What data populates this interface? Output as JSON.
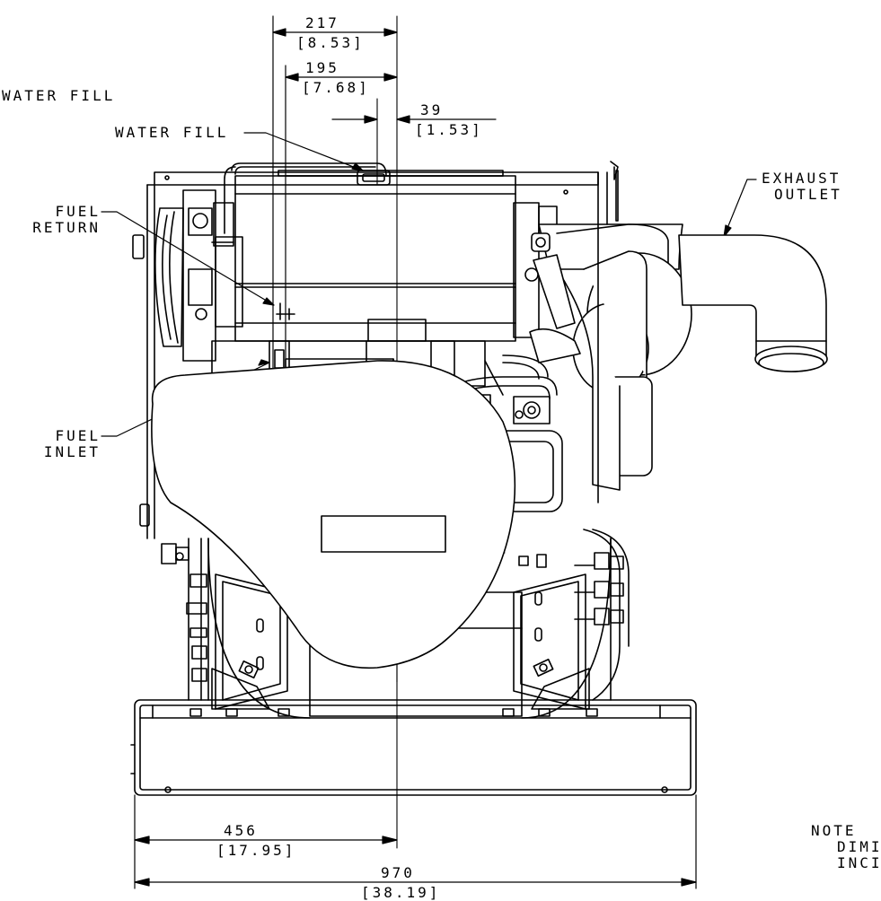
{
  "callouts": {
    "water_fill_edge": "WATER FILL",
    "water_fill": "WATER FILL",
    "fuel_return_line1": "FUEL",
    "fuel_return_line2": "RETURN",
    "fuel_inlet_line1": "FUEL",
    "fuel_inlet_line2": "INLET",
    "exhaust_outlet_line1": "EXHAUST",
    "exhaust_outlet_line2": "OUTLET"
  },
  "dimensions": {
    "d217": {
      "mm": "217",
      "in": "[8.53]"
    },
    "d195": {
      "mm": "195",
      "in": "[7.68]"
    },
    "d39": {
      "mm": "39",
      "in": "[1.53]"
    },
    "d456": {
      "mm": "456",
      "in": "[17.95]"
    },
    "d970": {
      "mm": "970",
      "in": "[38.19]"
    }
  },
  "note": {
    "line1": "NOTE",
    "line2": "DIMI",
    "line3": "INCI"
  },
  "edge_text": "[ ⊥ ⊥ ]"
}
